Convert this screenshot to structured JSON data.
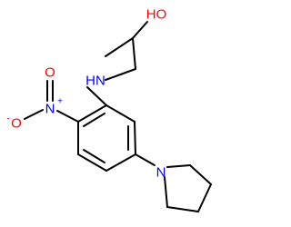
{
  "molecule": {
    "atoms": {
      "hydroxyl": "HO",
      "amine": "HN",
      "nitro_nitrogen": "N",
      "nitro_plus": "+",
      "nitro_oxygen_top": "O",
      "nitro_oxygen_left": "O",
      "nitro_minus": "-",
      "pyrrolidine_nitrogen": "N"
    },
    "colors": {
      "carbon_bond": "#000000",
      "oxygen": "#ff0000",
      "nitrogen": "#0000ff"
    }
  }
}
